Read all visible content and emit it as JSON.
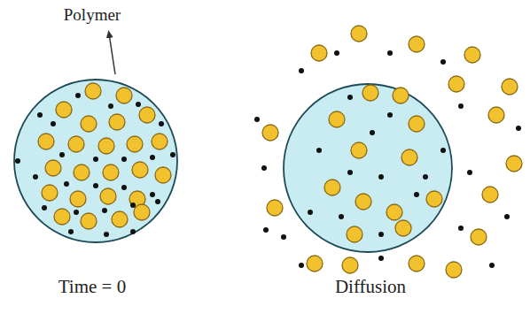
{
  "diagram": {
    "labels": [
      "Polymer",
      "Time = 0",
      "Diffusion"
    ]
  }
}
